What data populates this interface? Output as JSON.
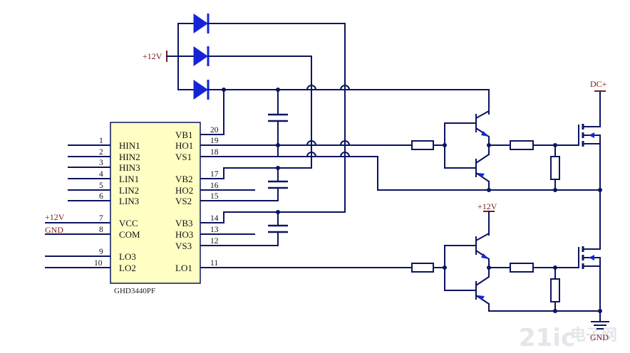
{
  "chip": {
    "name": "GHD3440PF",
    "left_pins": [
      {
        "num": "1",
        "label": "HIN1"
      },
      {
        "num": "2",
        "label": "HIN2"
      },
      {
        "num": "3",
        "label": "HIN3"
      },
      {
        "num": "4",
        "label": "LIN1"
      },
      {
        "num": "5",
        "label": "LIN2"
      },
      {
        "num": "6",
        "label": "LIN3"
      },
      {
        "num": "7",
        "label": "VCC"
      },
      {
        "num": "8",
        "label": "COM"
      },
      {
        "num": "9",
        "label": "LO3"
      },
      {
        "num": "10",
        "label": "LO2"
      }
    ],
    "right_pins": [
      {
        "num": "20",
        "label": "VB1"
      },
      {
        "num": "19",
        "label": "HO1"
      },
      {
        "num": "18",
        "label": "VS1"
      },
      {
        "num": "17",
        "label": "VB2"
      },
      {
        "num": "16",
        "label": "HO2"
      },
      {
        "num": "15",
        "label": "VS2"
      },
      {
        "num": "14",
        "label": "VB3"
      },
      {
        "num": "13",
        "label": "HO3"
      },
      {
        "num": "12",
        "label": "VS3"
      },
      {
        "num": "11",
        "label": "LO1"
      }
    ]
  },
  "power_labels": {
    "diode_supply": "+12V",
    "vcc_supply": "+12V",
    "vcc_ground": "GND",
    "driver_supply": "+12V",
    "bus_positive": "DC+",
    "bus_ground": "GND"
  },
  "watermark": {
    "latin": "21ic",
    "cjk": "电子网"
  },
  "colors": {
    "wire": "#0b1560",
    "diode": "#1624d8",
    "power_label": "#7a1a1a"
  }
}
